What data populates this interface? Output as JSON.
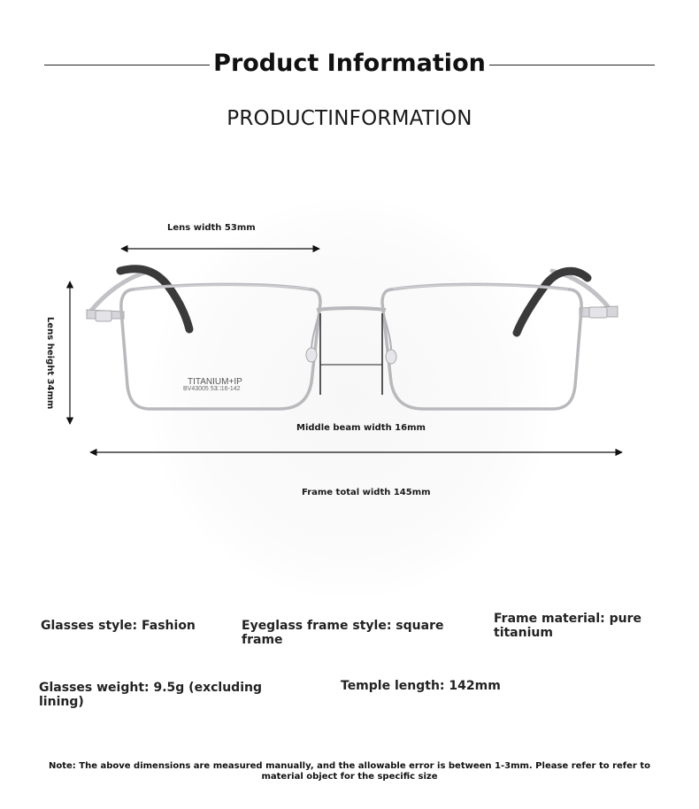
{
  "header": {
    "title": "Product Information",
    "subtitle": "PRODUCTINFORMATION"
  },
  "dimensions": {
    "lens_width": "Lens width 53mm",
    "lens_height": "Lens height 34mm",
    "middle_beam": "Middle beam width 16mm",
    "frame_total": "Frame total width 145mm"
  },
  "lens_print": {
    "line1": "TITANIUM+IP",
    "line2": "BV43005  53□16-142"
  },
  "specs": {
    "style": "Glasses style: Fashion",
    "frame_style": "Eyeglass frame style: square frame",
    "material": "Frame material: pure titanium",
    "weight": "Glasses weight: 9.5g (excluding lining)",
    "temple": "Temple length: 142mm"
  },
  "note": "Note: The above dimensions are measured manually, and the allowable error is between 1-3mm. Please refer to refer to material object for the specific size",
  "colors": {
    "frame": "#b9b9bd",
    "temple_tip": "#3a3a3a",
    "arrow": "#111111"
  }
}
